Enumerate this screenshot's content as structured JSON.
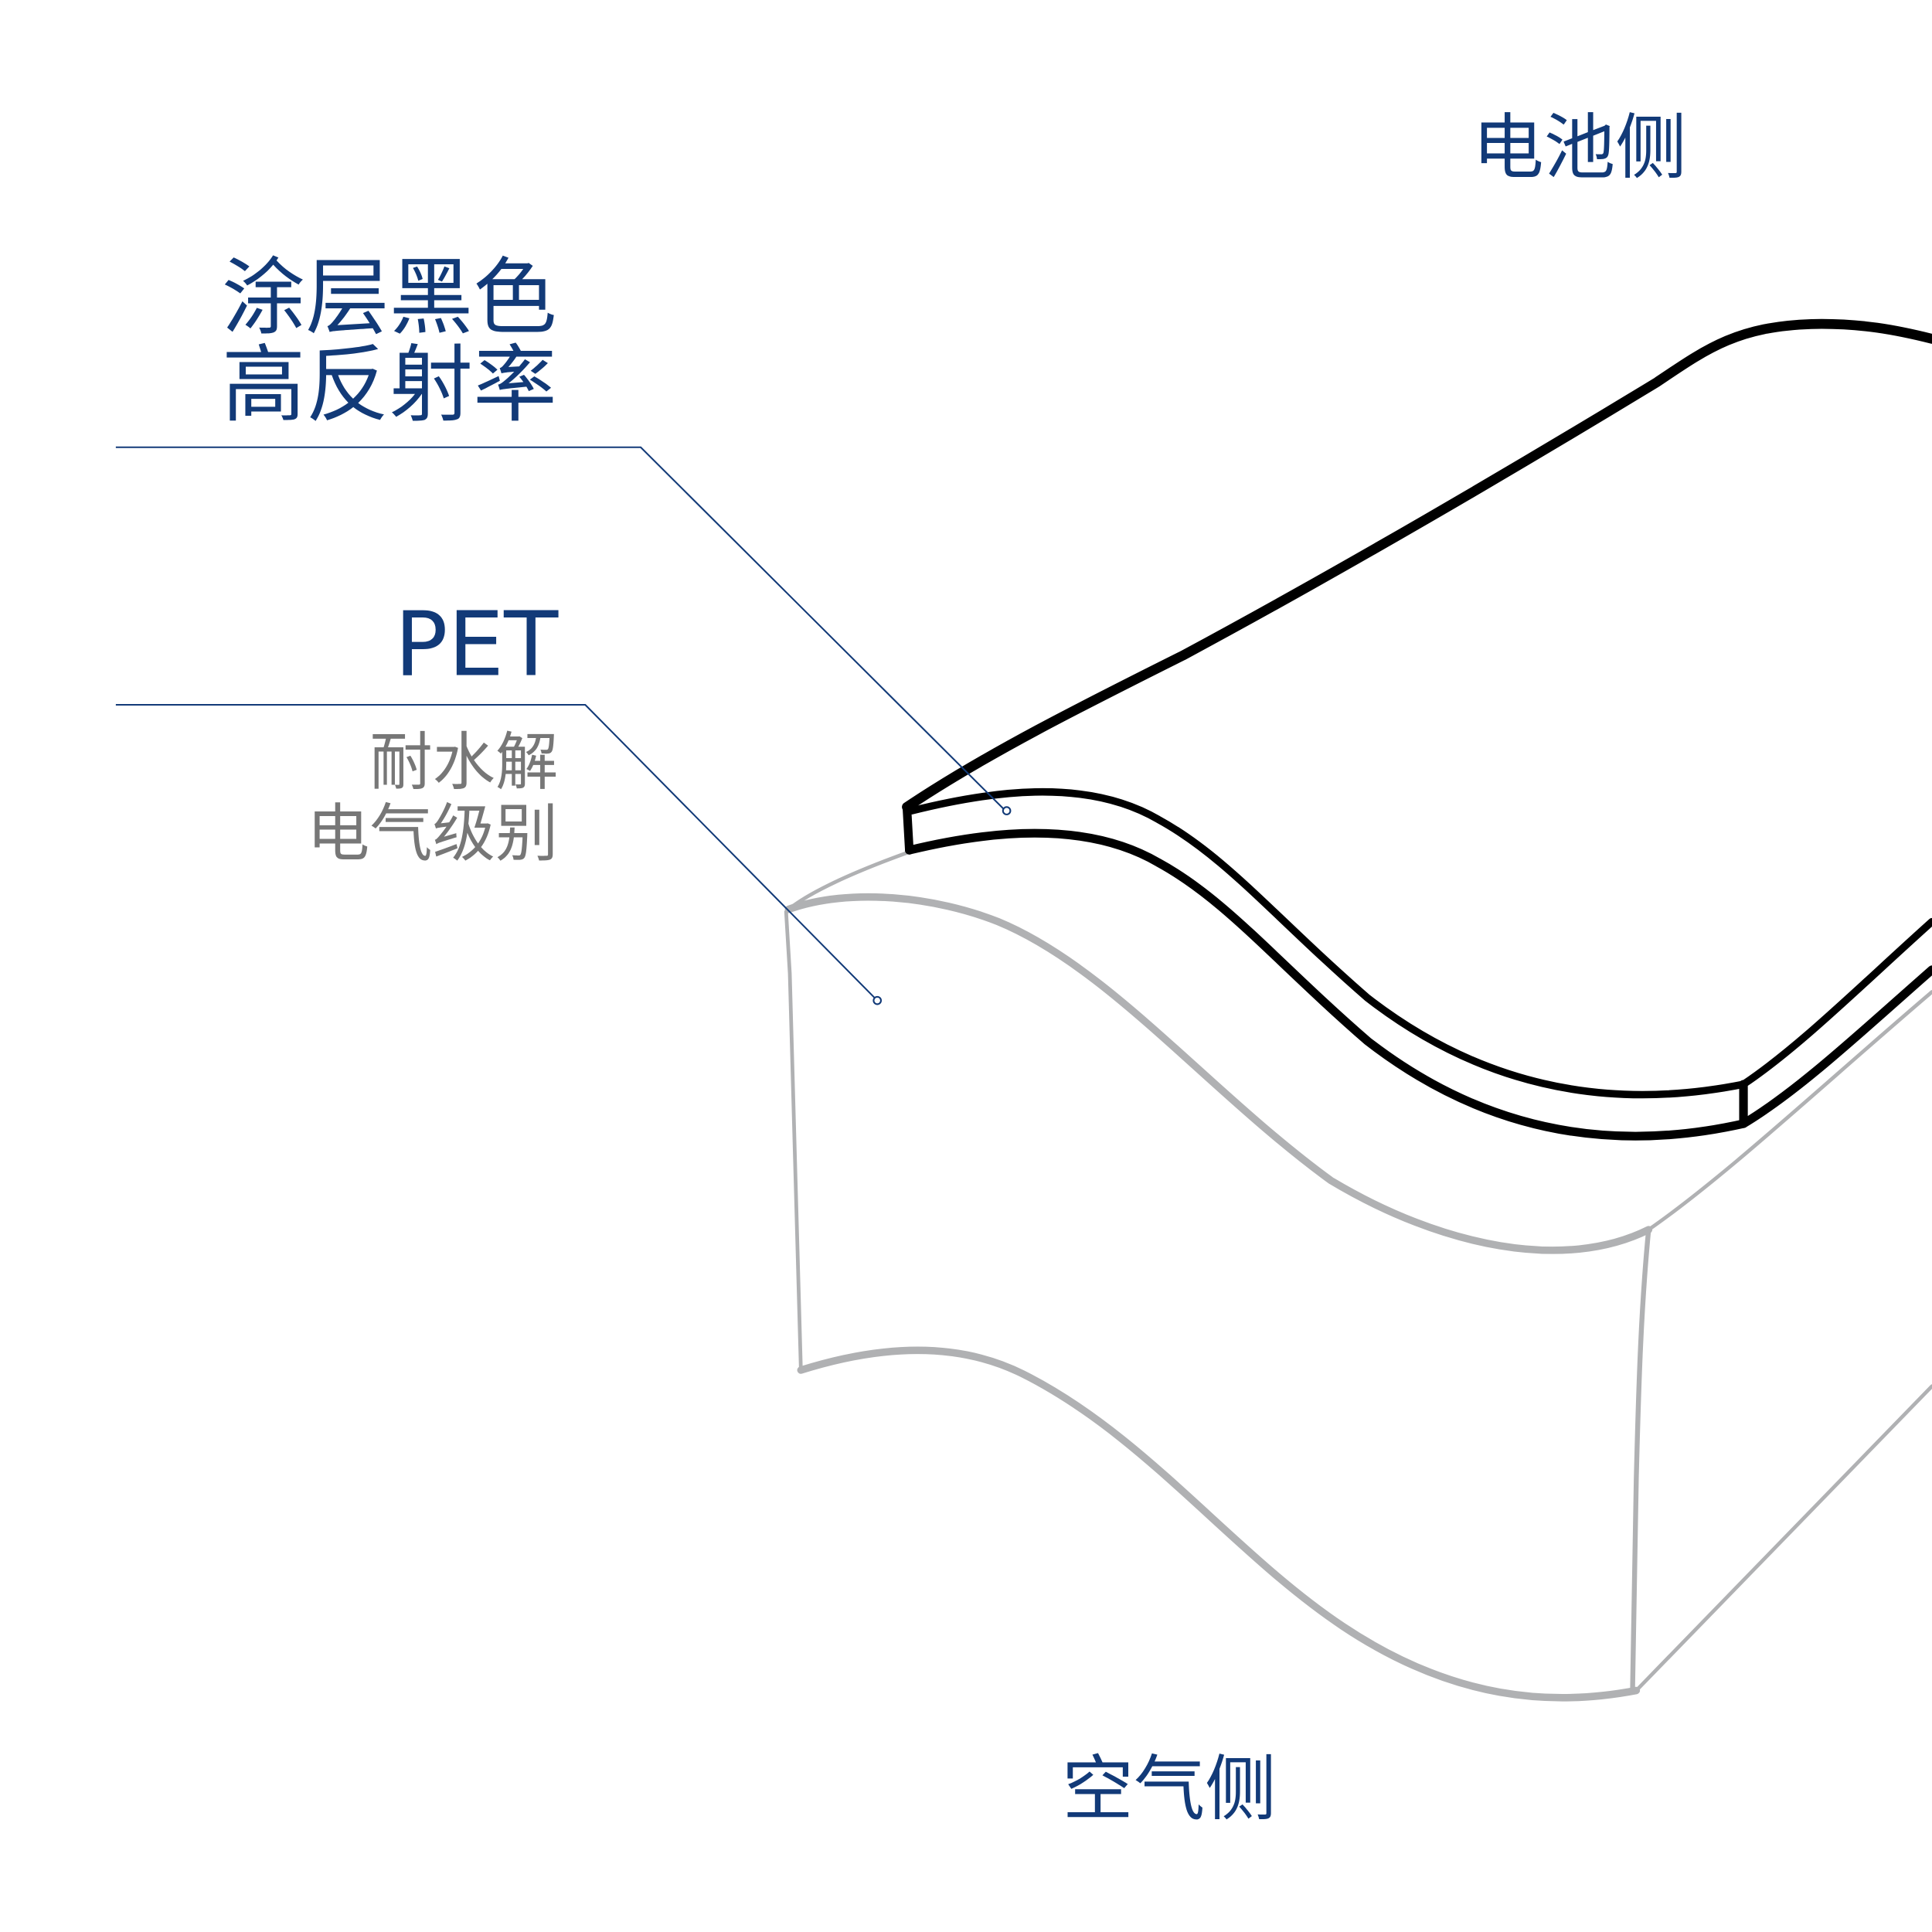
{
  "labels": {
    "battery_side": "电池侧",
    "coating_line1": "涂层黑色",
    "coating_line2": "高反射率",
    "pet": "PET",
    "pet_desc_line1": "耐水解",
    "pet_desc_line2": "电气级别",
    "air_side": "空气侧"
  },
  "colors": {
    "label_primary": "#123a78",
    "label_secondary": "#777777",
    "coating_stroke": "#000000",
    "pet_stroke": "#b0b1b3",
    "leader_line": "#123a78"
  }
}
